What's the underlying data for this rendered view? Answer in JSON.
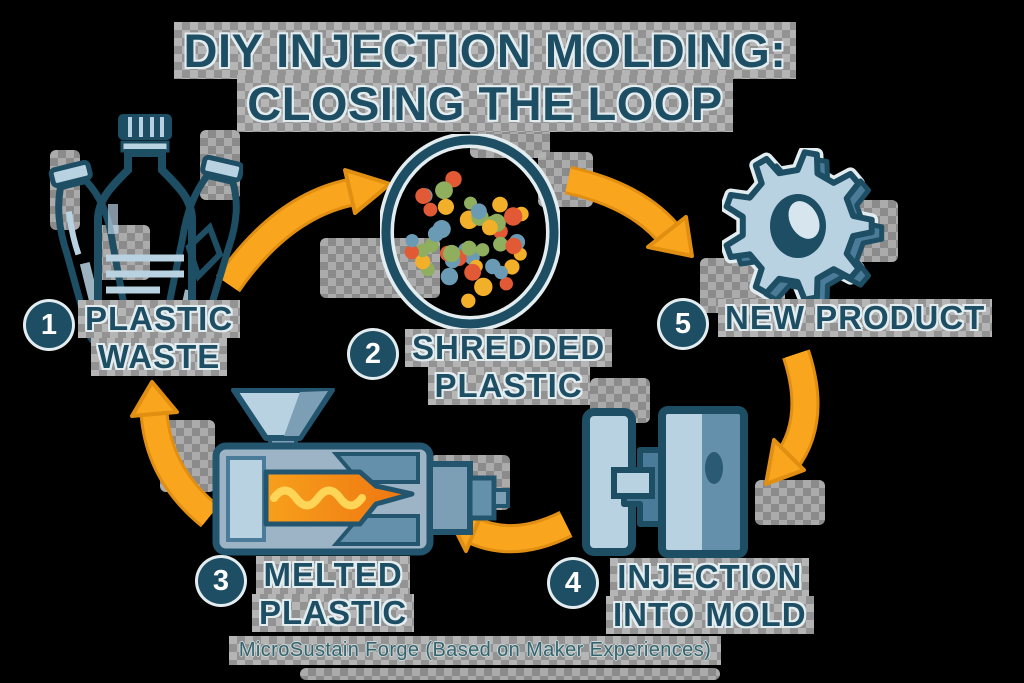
{
  "title": {
    "line1": "DIY INJECTION MOLDING:",
    "line2": "CLOSING THE LOOP"
  },
  "caption": "MicroSustain Forge (Based on Maker Experiences)",
  "steps": [
    {
      "number": "1",
      "lines": [
        "PLASTIC",
        "WASTE"
      ],
      "icon": "plastic-bottles-icon"
    },
    {
      "number": "2",
      "lines": [
        "SHREDDED",
        "PLASTIC"
      ],
      "icon": "shredded-plastic-icon"
    },
    {
      "number": "3",
      "lines": [
        "MELTED",
        "PLASTIC"
      ],
      "icon": "extruder-icon"
    },
    {
      "number": "4",
      "lines": [
        "INJECTION",
        "INTO MOLD"
      ],
      "icon": "injection-mold-icon"
    },
    {
      "number": "5",
      "lines": [
        "NEW PRODUCT"
      ],
      "icon": "gear-icon"
    }
  ],
  "colors": {
    "background": "#000000",
    "teal": "#1d4e63",
    "teal_dark": "#16404f",
    "halo": "#e3ecef",
    "light_blue": "#b9d2e2",
    "mid_blue": "#7d9fb5",
    "steel_blue": "#6590ab",
    "slate_blue": "#4a7c99",
    "machine_gray": "#9db4c6",
    "orange": "#f9a51d",
    "orange_edge": "#e18f12",
    "melt_orange": "#f7a01c",
    "melt_deep": "#ee7410",
    "melt_wave": "#ffd557",
    "checker_a": "#b5b5b5",
    "checker_b": "#939393",
    "dots": [
      "#6b9ab4",
      "#8fae5e",
      "#e25a35",
      "#f2af29"
    ]
  }
}
